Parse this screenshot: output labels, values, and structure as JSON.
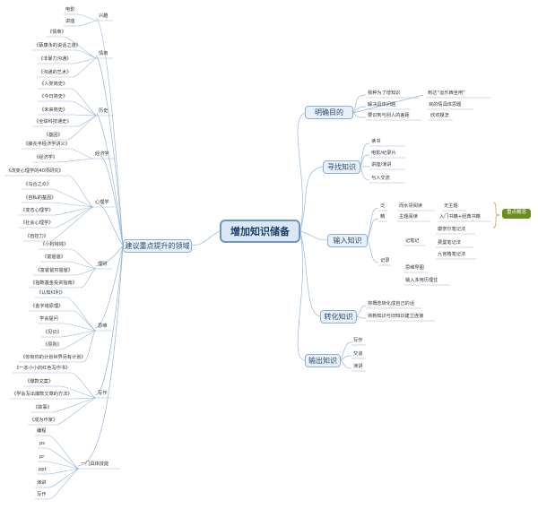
{
  "central": "增加知识储备",
  "topics": {
    "clarify": "明确目的",
    "find": "寻找知识",
    "input": "输入知识",
    "transform": "转化知识",
    "output": "输出知识",
    "left": "建议重点提升的领域"
  },
  "clarify": {
    "c1": "我种为了增知识",
    "c1_sub": "到达“运乐西坐用”",
    "c2": "解决具体问题",
    "c2_sub": "目的情具体思题",
    "c3": "要识到与别人的差距",
    "c3_sub": "欣欢疑怎"
  },
  "find": [
    "读书",
    "电影/纪录片",
    "讲座/演讲",
    "与人交流"
  ],
  "input": {
    "fast": "泛",
    "fast_a": "而水领阅读",
    "fast_b": "无主题",
    "deep": "精",
    "deep_a": "主题阅读",
    "deep_b": "入门书籍+经典书籍",
    "notes": "记录",
    "notes_a": "记笔记",
    "notes_1": "康奈尔笔记法",
    "notes_2": "费曼笔记法",
    "notes_3": "九宫格笔记法",
    "notes_b": "思维导图",
    "notes_c": "输入多用历理住",
    "callout": "重点概念"
  },
  "transform": [
    "将概念转化成自己的话",
    "将新知识与旧知识建立连接"
  ],
  "output": [
    "写作",
    "交谈",
    "演讲"
  ],
  "left": {
    "b1": "兴趣",
    "b1_leaves": [
      "电影",
      "讲座"
    ],
    "b2": "情商",
    "b2_leaves": [
      "《情商》",
      "《蔡康永的说话之道》",
      "《非暴力沟通》",
      "《沟通的艺术》"
    ],
    "b3": "历史",
    "b3_leaves": [
      "《人类简史》",
      "《今日简史》",
      "《未来简史》",
      "《全球科技通史》",
      "《基因》"
    ],
    "b4": "经济学",
    "b4_leaves": [
      "《薛兆丰经济学讲义》",
      "《经济学》"
    ],
    "b5": "心理学",
    "b5_leaves": [
      "《改变心理学的40项研究》",
      "《乌合之众》",
      "《自私的基因》",
      "《变态心理学》",
      "《社会心理学》",
      "《自控力》"
    ],
    "b6": "理财",
    "b6_leaves": [
      "《小狗钱钱》",
      "《富爸爸》",
      "《富爸爸穷爸爸》",
      "《指数基金投资指南》"
    ],
    "b7": "思维",
    "b7_leaves": [
      "《认知红利》",
      "《金字塔原理》",
      "学会提问",
      "《见识》",
      "《原则》",
      "《你有你的计划世界另有计划》"
    ],
    "b8": "写作",
    "b8_leaves": [
      "《一本小小的红色写作书》",
      "《爆款文案》",
      "《学会写出爆款文章的方法》",
      "《故事》",
      "《成为作家》"
    ],
    "b9": "一门具体技能",
    "b9_leaves": [
      "编程",
      "ps",
      "pr",
      "ppt",
      "演讲",
      "写作"
    ]
  }
}
